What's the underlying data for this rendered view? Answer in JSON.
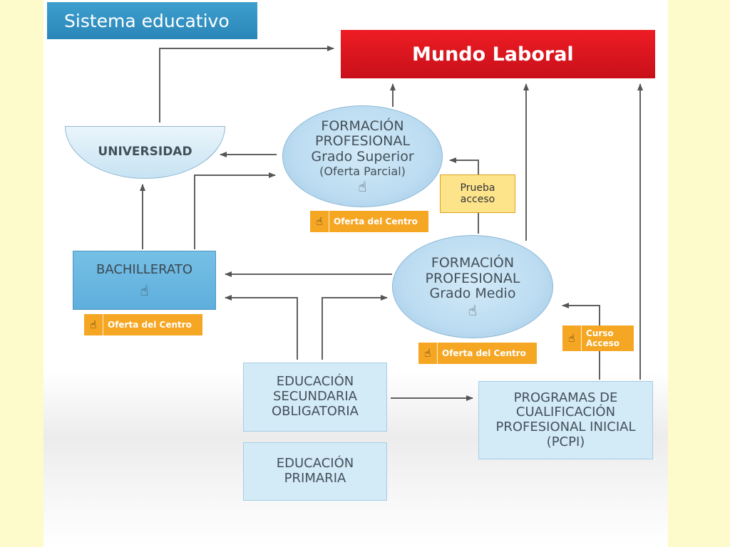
{
  "title": "Sistema educativo",
  "nodes": {
    "mundo_laboral": "Mundo Laboral",
    "universidad": "UNIVERSIDAD",
    "fp_superior": [
      "FORMACIÓN",
      "PROFESIONAL",
      "Grado Superior",
      "(Oferta Parcial)"
    ],
    "fp_medio": [
      "FORMACIÓN",
      "PROFESIONAL",
      "Grado Medio"
    ],
    "bachillerato": "BACHILLERATO",
    "eso": [
      "EDUCACIÓN",
      "SECUNDARIA",
      "OBLIGATORIA"
    ],
    "primaria": [
      "EDUCACIÓN",
      "PRIMARIA"
    ],
    "pcpi": [
      "PROGRAMAS DE",
      "CUALIFICACIÓN",
      "PROFESIONAL INICIAL",
      "(PCPI)"
    ],
    "prueba_acceso": [
      "Prueba",
      "acceso"
    ]
  },
  "buttons": {
    "oferta_del_centro": "Oferta del Centro",
    "curso_acceso": [
      "Curso",
      "Acceso"
    ]
  },
  "icons": {
    "hand": "pointing-hand-cursor"
  },
  "colors": {
    "banner": "#2a86b8",
    "mundo_laboral": "#e0161f",
    "bachillerato": "#6ab7e1",
    "light_box": "#d3ebf7",
    "oferta_button": "#f5a623",
    "prueba_box": "#fde48b",
    "arrow": "#555555",
    "page_background": "#fdfbcb"
  }
}
